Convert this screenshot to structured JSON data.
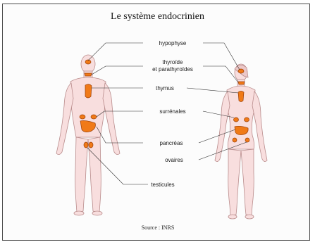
{
  "title": "Le système endocrinien",
  "labels": {
    "hypophyse": "hypophyse",
    "thyroide_1": "thyroïde",
    "thyroide_2": "et parathyroïdes",
    "thymus": "thymus",
    "surrenales": "surrénales",
    "pancreas": "pancréas",
    "ovaires": "ovaires",
    "testicules": "testicules"
  },
  "source": "Source : INRS",
  "colors": {
    "gland": "#f07a18",
    "skin": "#f8dede"
  }
}
